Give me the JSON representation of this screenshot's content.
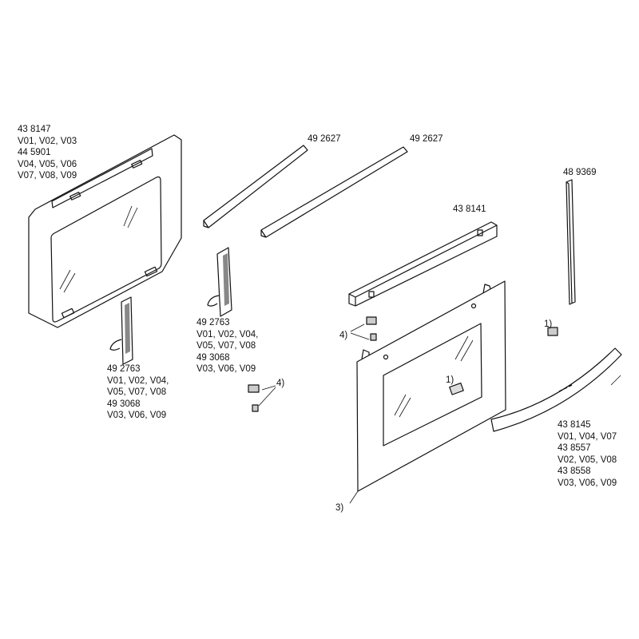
{
  "labels": {
    "outer_glass": [
      "43 8147",
      "V01, V02, V03",
      "44 5901",
      "V04, V05, V06",
      "V07, V08, V09"
    ],
    "rod_left": "49 2627",
    "rod_right": "49 2627",
    "side_strip": "48 9369",
    "top_profile": "43 8141",
    "hinge_middle": [
      "49 2763",
      "V01, V02, V04,",
      "V05, V07, V08",
      "49 3068",
      "V03, V06, V09"
    ],
    "hinge_left": [
      "49 2763",
      "V01, V02, V04,",
      "V05, V07, V08",
      "49 3068",
      "V03, V06, V09"
    ],
    "handle": [
      "43 8145",
      "V01, V04, V07",
      "43 8557",
      "V02, V05, V08",
      "43 8558",
      "V03, V06, V09"
    ],
    "note_4_lower": "4)",
    "note_4_upper": "4)",
    "note_1_door": "1)",
    "note_1_right": "1)",
    "note_3": "3)"
  }
}
